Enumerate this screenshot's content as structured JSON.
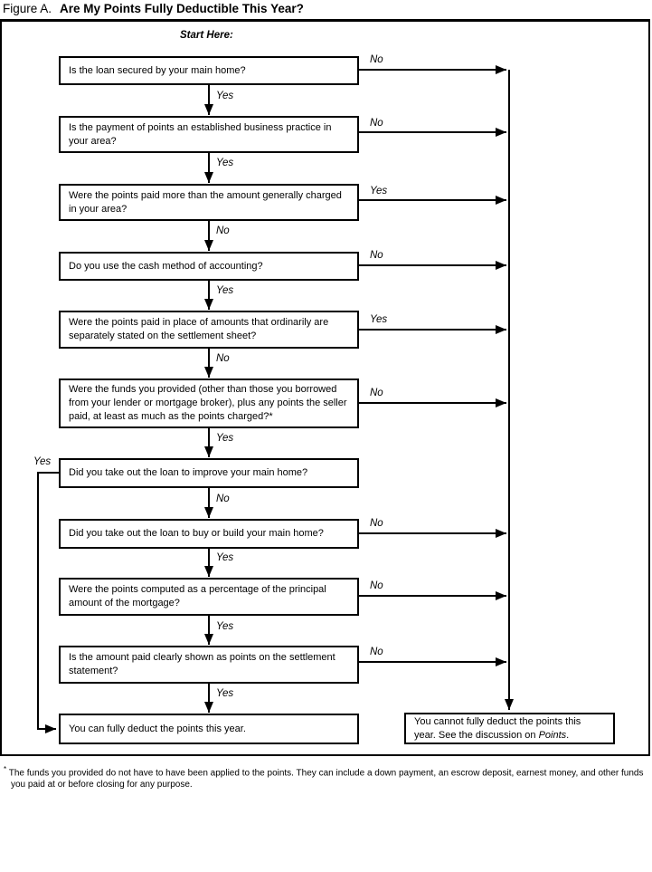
{
  "title": {
    "prefix": "Figure A.",
    "main": "Are My Points Fully Deductible This Year?"
  },
  "flow": {
    "start_label": "Start Here:",
    "boxes": [
      {
        "text": "Is the loan secured by your main home?",
        "down": "Yes",
        "side": "No"
      },
      {
        "text": "Is the payment of points an established business practice in your area?",
        "down": "Yes",
        "side": "No"
      },
      {
        "text": "Were the points paid more than the amount generally charged in your area?",
        "down": "No",
        "side": "Yes"
      },
      {
        "text": "Do you use the cash method of accounting?",
        "down": "Yes",
        "side": "No"
      },
      {
        "text": "Were the points paid in place of amounts that ordinarily are separately stated on the settlement sheet?",
        "down": "No",
        "side": "Yes"
      },
      {
        "text": "Were the funds you provided (other than those you borrowed from your lender or mortgage broker), plus any points the seller paid, at least as much as the points charged?*",
        "down": "Yes",
        "side": "No"
      },
      {
        "text": "Did you take out the loan to improve your main home?",
        "down": "No",
        "side": "Yes"
      },
      {
        "text": "Did you take out the loan to buy or build your main home?",
        "down": "Yes",
        "side": "No"
      },
      {
        "text": "Were the points computed as a percentage of the principal amount of the mortgage?",
        "down": "Yes",
        "side": "No"
      },
      {
        "text": "Is the amount paid clearly shown as points on the settlement statement?",
        "down": "Yes",
        "side": "No"
      }
    ],
    "end_yes": {
      "text": "You can fully deduct the points this year."
    },
    "end_no": {
      "text_before": "You cannot fully deduct the points this year. See the discussion on ",
      "italic_word": "Points",
      "text_after": "."
    }
  },
  "footnote": {
    "marker": "*",
    "text": "The funds you provided do not have to have been applied to the points. They can include a down payment, an escrow deposit, earnest money, and other funds you paid at or before closing for any purpose."
  }
}
